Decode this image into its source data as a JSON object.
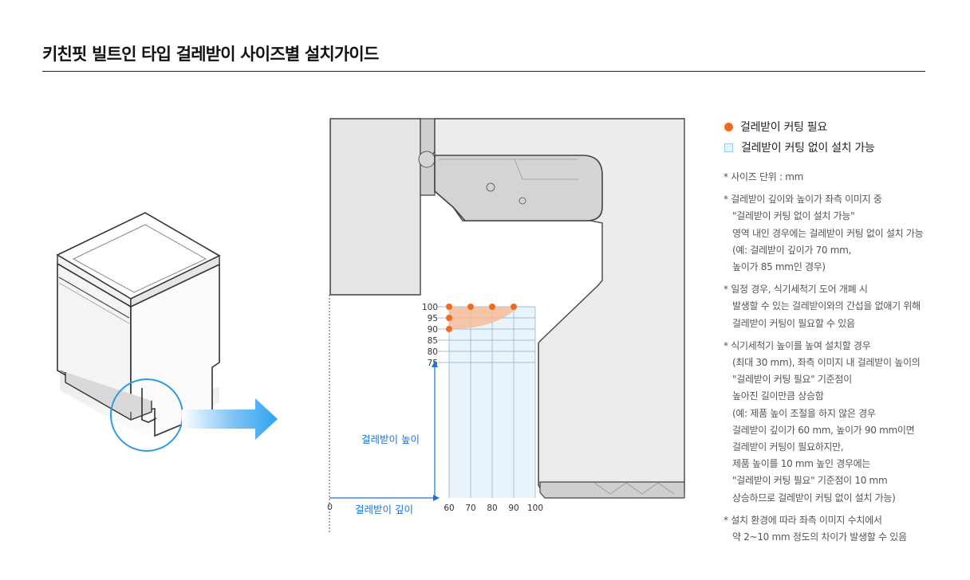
{
  "page": {
    "title": "키친핏 빌트인 타입 걸레받이 사이즈별 설치가이드"
  },
  "diagram": {
    "y_axis_label": "걸레받이 높이",
    "x_axis_label": "걸레받이 깊이",
    "origin_label": "0",
    "x_ticks": [
      "60",
      "70",
      "80",
      "90",
      "100"
    ],
    "y_ticks": [
      "100",
      "95",
      "90",
      "85",
      "80",
      "75"
    ],
    "cut_required_points": [
      {
        "depth": 60,
        "height": 100
      },
      {
        "depth": 70,
        "height": 100
      },
      {
        "depth": 80,
        "height": 100
      },
      {
        "depth": 90,
        "height": 100
      },
      {
        "depth": 60,
        "height": 95
      },
      {
        "depth": 60,
        "height": 90
      }
    ],
    "colors": {
      "cut_required": "#f26b1d",
      "no_cut_area": "#e9f3fc",
      "axis_blue": "#1a73d9"
    }
  },
  "legend": {
    "cut_required": "걸레받이 커팅 필요",
    "no_cut": "걸레받이 커팅 없이 설치 가능"
  },
  "notes": [
    [
      "* 사이즈 단위 : mm"
    ],
    [
      "* 걸레받이 깊이와 높이가 좌측 이미지 중",
      "\"걸레받이 커팅 없이 설치 가능\"",
      "영역 내인 경우에는 걸레받이 커팅 없이 설치 가능",
      "(예: 걸레받이 깊이가 70 mm,",
      "높이가 85 mm인 경우)"
    ],
    [
      "* 일정 경우, 식기세척기 도어 개폐 시",
      "발생할 수 있는 걸레받이와의 간섭을 없애기 위해",
      "걸레받이 커팅이 필요할 수 있음"
    ],
    [
      "* 식기세척기 높이를 높여 설치할 경우",
      "(최대 30 mm), 좌측 이미지 내 걸레받이 높이의",
      "\"걸레받이 커팅 필요\" 기준점이",
      "높아진 길이만큼 상승함",
      "(예: 제품 높이 조절을 하지 않은 경우",
      "걸레받이 깊이가 60 mm, 높이가 90 mm이면",
      "걸레받이 커팅이 필요하지만,",
      "제품 높이를 10 mm 높인 경우에는",
      "\"걸레받이 커팅 필요\" 기준점이 10 mm",
      "상승하므로 걸레받이 커팅 없이 설치 가능)"
    ],
    [
      "* 설치 환경에 따라 좌측 이미지 수치에서",
      "약 2~10 mm 정도의 차이가 발생할 수 있음"
    ]
  ]
}
